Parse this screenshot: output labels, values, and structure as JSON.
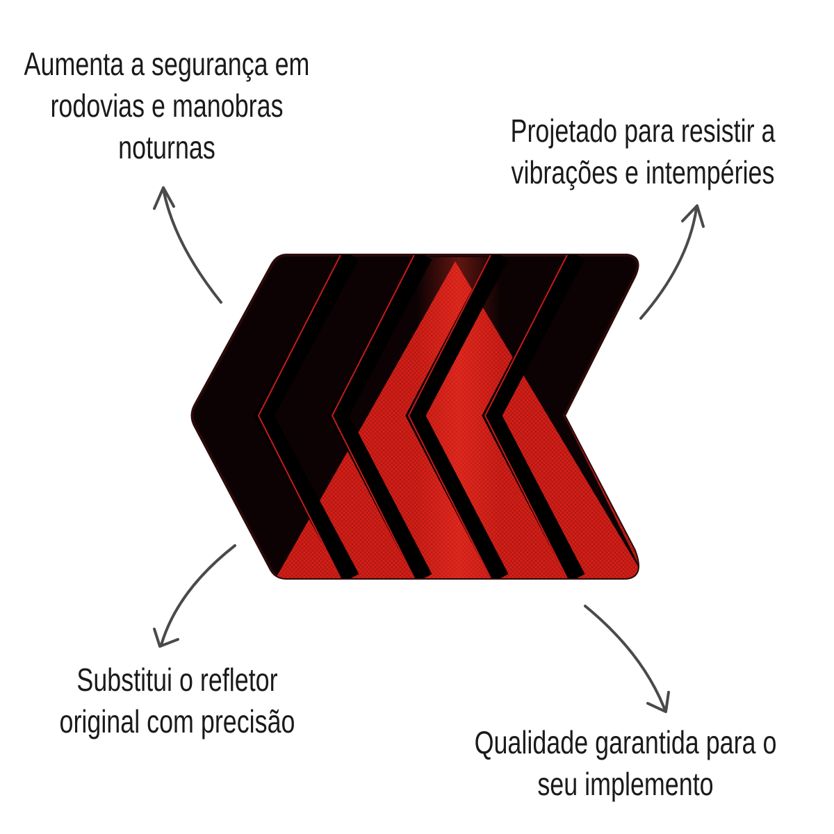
{
  "features": [
    {
      "lines": [
        "Aumenta a segurança em",
        "rodovias e manobras",
        "noturnas"
      ]
    },
    {
      "lines": [
        "Projetado para resistir a",
        "vibrações e intempéries"
      ]
    },
    {
      "lines": [
        "Substitui o refletor",
        "original com precisão"
      ]
    },
    {
      "lines": [
        "Qualidade garantida para o",
        "seu implemento"
      ]
    }
  ],
  "colors": {
    "text": "#1a1a1a",
    "arrow": "#4a4a4a",
    "reflector_red": "#d8201c",
    "body_black": "#0d0203"
  },
  "icons": [
    "curved-arrow-icon"
  ]
}
